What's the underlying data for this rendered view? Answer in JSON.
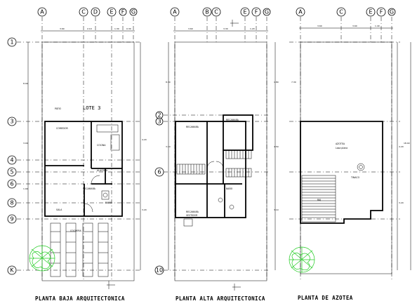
{
  "plans": [
    {
      "id": "baja",
      "title": "PLANTA BAJA ARQUITECTONICA",
      "col_labels": [
        "A",
        "C",
        "D",
        "E",
        "F",
        "G"
      ],
      "row_labels": [
        "1",
        "3",
        "4",
        "5",
        "6",
        "8",
        "9",
        "K"
      ],
      "dims_top": [
        "3.60",
        "2.10",
        "1.30",
        "0.30"
      ],
      "dims_side": [
        "8.90",
        "3.00",
        "1.90",
        "4.20",
        "3.20"
      ],
      "lote": "LOTE 3",
      "rooms": [
        "PATIO",
        "COMEDOR",
        "COCINA",
        "ALACENA",
        "SALA",
        "RECAMARA",
        "BAÑO",
        "COCHERA"
      ]
    },
    {
      "id": "alta",
      "title": "PLANTA ALTA ARQUITECTONICA",
      "col_labels": [
        "A",
        "B",
        "C",
        "E",
        "F",
        "G"
      ],
      "row_labels": [
        "2",
        "3",
        "6",
        "10"
      ],
      "dims_top": [
        "3.60",
        "3.30",
        "1.20"
      ],
      "dims_side": [
        "8.30",
        "3.10",
        "1.80",
        "4.50",
        "3.10"
      ],
      "rooms": [
        "RECAMARA",
        "RECAMARA",
        "RECAMARA",
        "BAÑO",
        "VESTIDOR"
      ]
    },
    {
      "id": "azotea",
      "title": "PLANTA DE AZOTEA",
      "col_labels": [
        "A",
        "C",
        "E",
        "F",
        "G"
      ],
      "dims_top": [
        "3.60",
        "3.60",
        "1.40"
      ],
      "dims_side": [
        "7.30",
        "4.20",
        "3.20"
      ],
      "dims_total": "18.40",
      "rooms": [
        "AZOTEA",
        "Losa plana",
        "TINACO",
        "BAJ"
      ]
    }
  ]
}
